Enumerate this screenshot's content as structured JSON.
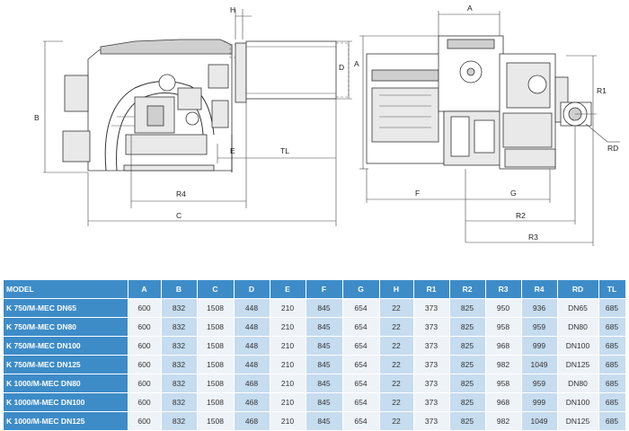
{
  "drawing": {
    "labels": {
      "H": "H",
      "D": "D",
      "B": "B",
      "E": "E",
      "TL": "TL",
      "R4": "R4",
      "C": "C",
      "A_top": "A",
      "A_side": "A",
      "R1": "R1",
      "RD": "RD",
      "F": "F",
      "G": "G",
      "R2": "R2",
      "R3": "R3"
    }
  },
  "table": {
    "columns": [
      "MODEL",
      "A",
      "B",
      "C",
      "D",
      "E",
      "F",
      "G",
      "H",
      "R1",
      "R2",
      "R3",
      "R4",
      "RD",
      "TL"
    ],
    "rows": [
      [
        "K 750/M-MEC DN65",
        "600",
        "832",
        "1508",
        "448",
        "210",
        "845",
        "654",
        "22",
        "373",
        "825",
        "950",
        "936",
        "DN65",
        "685"
      ],
      [
        "K 750/M-MEC DN80",
        "600",
        "832",
        "1508",
        "448",
        "210",
        "845",
        "654",
        "22",
        "373",
        "825",
        "958",
        "959",
        "DN80",
        "685"
      ],
      [
        "K 750/M-MEC DN100",
        "600",
        "832",
        "1508",
        "448",
        "210",
        "845",
        "654",
        "22",
        "373",
        "825",
        "968",
        "999",
        "DN100",
        "685"
      ],
      [
        "K 750/M-MEC DN125",
        "600",
        "832",
        "1508",
        "448",
        "210",
        "845",
        "654",
        "22",
        "373",
        "825",
        "982",
        "1049",
        "DN125",
        "685"
      ],
      [
        "K 1000/M-MEC DN80",
        "600",
        "832",
        "1508",
        "468",
        "210",
        "845",
        "654",
        "22",
        "373",
        "825",
        "958",
        "959",
        "DN80",
        "685"
      ],
      [
        "K 1000/M-MEC DN100",
        "600",
        "832",
        "1508",
        "468",
        "210",
        "845",
        "654",
        "22",
        "373",
        "825",
        "968",
        "999",
        "DN100",
        "685"
      ],
      [
        "K 1000/M-MEC DN125",
        "600",
        "832",
        "1508",
        "468",
        "210",
        "845",
        "654",
        "22",
        "373",
        "825",
        "982",
        "1049",
        "DN125",
        "685"
      ]
    ]
  }
}
